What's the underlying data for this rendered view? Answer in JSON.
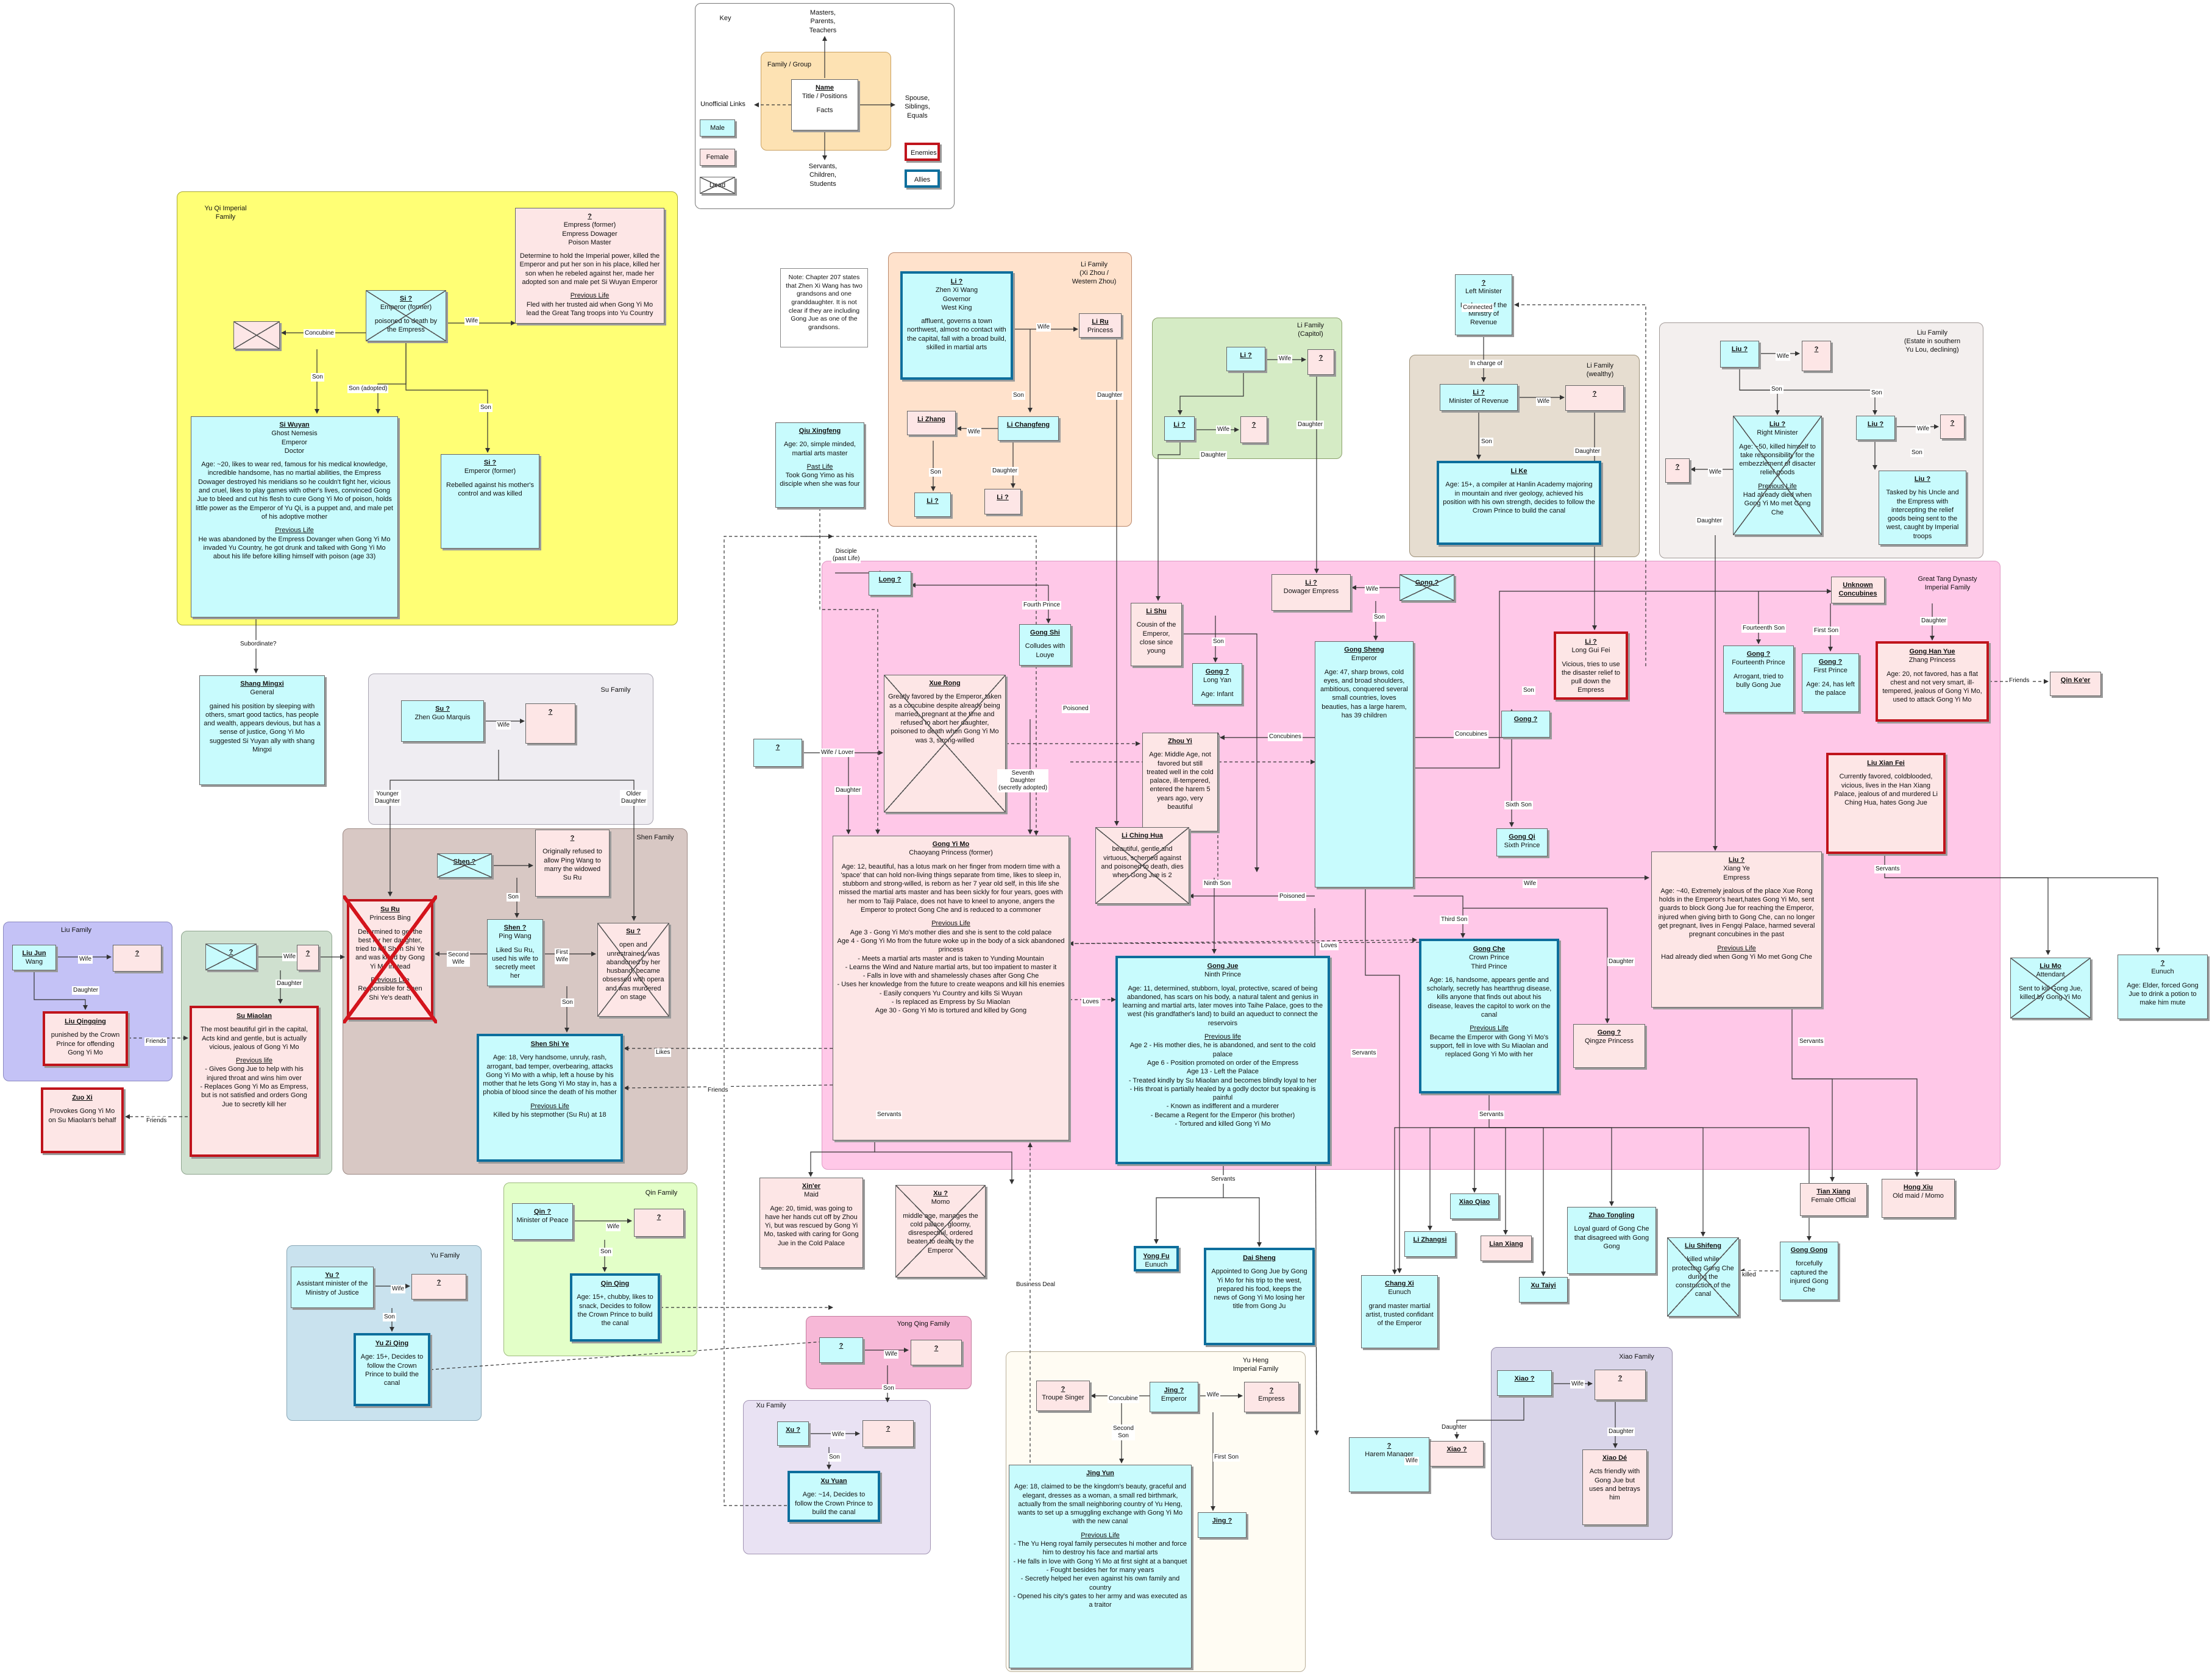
{
  "key": {
    "title": "Key",
    "masters": "Masters,\nParents,\nTeachers",
    "family": "Family / Group",
    "name": "Name",
    "title_pos": "Title / Positions",
    "facts": "Facts",
    "unofficial": "Unofficial Links",
    "spouse": "Spouse,\nSiblings,\nEquals",
    "servants": "Servants,\nChildren,\nStudents",
    "male": "Male",
    "female": "Female",
    "dead": "Dead",
    "enemies": "Enemies",
    "allies": "Allies"
  },
  "note": "Note: Chapter 207 states that Zhen Xi Wang has two grandsons and one granddaughter. It is not clear if they are including Gong Jue as one of the grandsons.",
  "groups": {
    "yuqi": "Yu Qi Imperial\nFamily",
    "lizhou": "Li Family\n(Xi Zhou /\nWestern Zhou)",
    "licap": "Li Family\n(Capitol)",
    "liwealth": "Li Family\n(wealthy)",
    "liu_south": "Liu Family\n(Estate in southern\nYu Lou, declining)",
    "su": "Su Family",
    "shen": "Shen Family",
    "liu": "Liu Family",
    "tang": "Great Tang Dynasty\nImperial Family",
    "qin": "Qin Family",
    "yu": "Yu Family",
    "yongqing": "Yong Qing Family",
    "xu": "Xu Family",
    "yuheng": "Yu Heng\nImperial Family",
    "xiao": "Xiao Family"
  },
  "people": {
    "empress_former": {
      "name": "?",
      "title": "Empress (former)\nEmpress Dowager\nPoison Master",
      "facts": "Determine to hold the Imperial power, killed the Emperor and put her son in his place, killed her son when he rebeled against her, made her adopted son and male pet Si Wuyan Emperor",
      "pl": "Previous Life",
      "pl_text": "Fled with her trusted aid when Gong Yi Mo lead the Great Tang troops into Yu Country"
    },
    "si_emperor": {
      "name": "Si ?",
      "title": "Emperor (former)",
      "facts": "poisoned to death by the Empress"
    },
    "si_wuyan": {
      "name": "Si Wuyan",
      "title": "Ghost Nemesis\nEmperor\nDoctor",
      "facts": "Age: ~20, likes to wear red, famous for his medical knowledge, incredible handsome, has no martial abilities, the Empress Dowager destroyed his meridians so he couldn't fight her, vicious and cruel, likes to play games with other's lives, convinced Gong Jue to bleed and cut his flesh to cure Gong Yi Mo of poison, holds little power as the Emperor of Yu Qi, is a puppet and, and male pet of his adoptive mother",
      "pl": "Previous Life",
      "pl_text": "He was abandoned by the Empress Dovanger when Gong Yi Mo invaded Yu Country, he got drunk and talked with Gong Yi Mo about his life before killing himself with poison (age 33)"
    },
    "si_rebel": {
      "name": "Si ?",
      "title": "Emperor (former)",
      "facts": "Rebelled against his mother's control and was killed"
    },
    "shang_mingxi": {
      "name": "Shang Mingxi",
      "title": "General",
      "facts": "gained his position by sleeping with others, smart good tactics, has people and wealth, appears devious, but has a sense of justice, Gong Yi Mo suggested Si Yuyan ally with shang Mingxi"
    },
    "li_zhenxi": {
      "name": "Li ?",
      "title": "Zhen Xi Wang\nGovernor\nWest King",
      "facts": "affluent, governs a town northwest, almost no contact with the capital, fall with a broad build, skilled in martial arts"
    },
    "li_ru": {
      "name": "Li Ru",
      "title": "Princess"
    },
    "li_zhang": {
      "name": "Li Zhang"
    },
    "li_changfeng": {
      "name": "Li Changfeng"
    },
    "li_son": {
      "name": "Li ?"
    },
    "li_daughter": {
      "name": "Li ?"
    },
    "qiu_xingfeng": {
      "name": "Qiu Xingfeng",
      "facts": "Age: 20, simple minded, martial arts master",
      "pl": "Past Life",
      "pl_text": "Took Gong Yimo as his disciple when she was four"
    },
    "licap_m": {
      "name": "Li ?"
    },
    "licap_f": {
      "name": "?"
    },
    "licap_m2": {
      "name": "Li ?"
    },
    "licap_f2": {
      "name": "?"
    },
    "left_minister": {
      "name": "?",
      "title": "Left Minister",
      "facts": "In charge of the Ministry of Revenue"
    },
    "li_revenue": {
      "name": "Li ?",
      "title": "Minister of Revenue"
    },
    "li_revenue_wife": {
      "name": "?"
    },
    "li_ke": {
      "name": "Li Ke",
      "facts": "Age: 15+, a compiler at Hanlin Academy majoring in mountain and river geology, achieved his position with his own strength, decides to follow the Crown Prince to build the canal"
    },
    "liu_head": {
      "name": "Liu ?"
    },
    "liu_head_wife": {
      "name": "?"
    },
    "liu_right": {
      "name": "Liu ?",
      "title": "Right Minister",
      "facts": "Age: ~50, killed himself to take responsibility for the embezzlement of disacter relief goods",
      "pl": "Previous Life",
      "pl_text": "Had already died when Gong Yi Mo met Gong Che"
    },
    "liu_right_wife": {
      "name": "?"
    },
    "liu_second": {
      "name": "Liu ?"
    },
    "liu_second_wife": {
      "name": "?"
    },
    "liu_nephew": {
      "name": "Liu ?",
      "facts": "Tasked by his Uncle and the Empress with intercepting the relief goods being sent to the west, caught by Imperial troops"
    },
    "su_marquis": {
      "name": "Su ?",
      "title": "Zhen Guo Marquis"
    },
    "su_wife": {
      "name": "?"
    },
    "shen_head": {
      "name": "Shen ?"
    },
    "shen_head_wife": {
      "name": "?",
      "facts": "Originally refused to allow Ping Wang to marry the widowed Su Ru"
    },
    "shen_pingwang": {
      "name": "Shen ?",
      "title": "Ping Wang",
      "facts": "Liked Su Ru, used his wife to secretly meet her"
    },
    "su_ru": {
      "name": "Su Ru",
      "title": "Princess Bing",
      "facts": "Determined to get the best for her daughter, tried to kill Shen Shi Ye and was killed by Gong Yi Mo instead",
      "pl": "Previous Life",
      "pl_text": "Responsible for Shen Shi Ye's death"
    },
    "su_younger": {
      "name": "Su ?",
      "facts": "open and unrestrained, was abandoned by her husband, became obsessed with opera and was murdered on stage"
    },
    "shen_shi_ye": {
      "name": "Shen Shi Ye",
      "facts": "Age: 18, Very handsome, unruly, rash, arrogant, bad temper, overbearing, attacks Gong Yi Mo with a whip, left a house by his mother that he lets Gong Yi Mo stay in, has a phobia of blood since the death of his mother",
      "pl": "Previous Life",
      "pl_text": "Killed by his stepmother (Su Ru) at 18"
    },
    "liu_jun": {
      "name": "Liu Jun",
      "title": "Wang"
    },
    "liu_jun_wife": {
      "name": "?"
    },
    "liu_qingqing": {
      "name": "Liu Qingqing",
      "facts": "punished by the Crown Prince for offending Gong Yi Mo"
    },
    "zuo_xi": {
      "name": "Zuo Xi",
      "facts": "Provokes Gong Yi Mo on Su Miaolan's behalf"
    },
    "su_miaolan_father": {
      "name": "?"
    },
    "su_miaolan_mother": {
      "name": "?"
    },
    "su_miaolan": {
      "name": "Su Miaolan",
      "facts": "The most beautiful girl in the capital, Acts kind and gentle, but is actually vicious, jealous of Gong Yi Mo",
      "pl": "Previous life",
      "pl_text": "- Gives Gong Jue to help with his injured throat and wins him over\n- Replaces Gong Yi Mo as Empress, but is not satisfied and orders Gong Jue to secretly kill her"
    },
    "long": {
      "name": "Long ?"
    },
    "gong_shi": {
      "name": "Gong Shi",
      "facts": "Colludes with Louye"
    },
    "li_shu": {
      "name": "Li Shu",
      "facts": "Cousin of the Emperor, close since young"
    },
    "gong_yan": {
      "name": "Gong ?",
      "title": "Long Yan",
      "facts": "Age: Infant"
    },
    "dowager": {
      "name": "Li ?",
      "title": "Dowager Empress"
    },
    "gong_old": {
      "name": "Gong ?"
    },
    "xue_rong": {
      "name": "Xue Rong",
      "facts": "Greatly favored by the Emperor, taken as a concubine despite already being married, pregnant at the time and refused to abort her daughter, poisoned to death when Gong Yi Mo was 3, strong-willed"
    },
    "xue_lover": {
      "name": "?"
    },
    "zhou_yi": {
      "name": "Zhou Yi",
      "facts": "Age: Middle Age, not favored but still treated well in the cold palace, ill-tempered, entered the harem 5 years ago, very beautiful"
    },
    "li_ching_hua": {
      "name": "Li Ching Hua",
      "facts": "beautiful, gentle and virtuous, schemed against and poisoned to death, dies when Gong Jue is 2"
    },
    "gong_sheng": {
      "name": "Gong Sheng",
      "title": "Emperor",
      "facts": "Age: 47, sharp brows, cold eyes, and broad shoulders, ambitious, conquered several small countries, loves beauties, has a large harem, has 39 children"
    },
    "li_guifei": {
      "name": "Li ?",
      "title": "Long Gui Fei",
      "facts": "Vicious, tries to use the disaster relief to pull down the Empress"
    },
    "gong_mid": {
      "name": "Gong ?"
    },
    "unknown_concubines": {
      "name": "Unknown Concubines"
    },
    "gong_fourteenth": {
      "name": "Gong ?",
      "title": "Fourteenth Prince",
      "facts": "Arrogant, tried to bully Gong Jue"
    },
    "gong_first": {
      "name": "Gong ?",
      "title": "First Prince",
      "facts": "Age: 24, has left the palace"
    },
    "gong_han_yue": {
      "name": "Gong Han Yue",
      "title": "Zhang Princess",
      "facts": "Age: 20, not favored, has a flat chest and not very smart, ill-tempered, jealous of Gong Yi Mo, used to attack Gong Yi Mo"
    },
    "qin_keer": {
      "name": "Qin Ke'er"
    },
    "liu_xian_fei": {
      "name": "Liu Xian Fei",
      "facts": "Currently favored, coldblooded, vicious, lives in the Han Xiang Palace, jealous of and murdered Li Ching Hua, hates Gong Jue"
    },
    "gong_qi": {
      "name": "Gong Qi",
      "title": "Sixth Prince"
    },
    "gong_yi_mo": {
      "name": "Gong Yi Mo",
      "title": "Chaoyang Princess (former)",
      "facts": "Age: 12, beautiful, has a lotus mark on her finger from modern time with a 'space' that can hold non-living things separate from time, likes to sleep in, stubborn and strong-willed, is reborn as her 7 year old self, in this life she missed the martial arts master and has been sickly for four years, goes with her mom to Taiji Palace, does not have to kneel to anyone, angers the Emperor to protect Gong Che and is reduced to a commoner",
      "pl": "Previous Life",
      "pl_text": "Age 3 - Gong Yi Mo's mother dies and she is sent to the cold palace\nAge 4 - Gong Yi Mo from the future woke up in the body of a sick abandoned princess\n- Meets a martial arts master and is taken to Yunding Mountain\n- Learns the Wind and Nature martial arts, but too impatient to master it\n- Falls in love with and shamelessly chases after Gong Che\n- Uses her knowledge from the future to create weapons and kill his enemies\n- Easily conquers Yu Country and kills Si Wuyan\n- Is replaced as Empress by Su Miaolan\nAge 30 - Gong Yi Mo is tortured and killed by Gong"
    },
    "gong_jue": {
      "name": "Gong Jue",
      "title": "Ninth Prince",
      "facts": "Age: 11, determined, stubborn, loyal, protective, scared of being abandoned, has scars on his body, a natural talent and genius in learning and martial arts, later moves into Taihe Palace, goes to the west (his grandfather's land) to build an aqueduct to connect the reservoirs",
      "pl": "Previous life",
      "pl_text": "Age 2 - His mother dies, he is abandoned, and sent to the cold palace\nAge 6 - Position promoted on order of the Empress\nAge 13 - Left the Palace\n- Treated kindly by Su Miaolan and becomes blindly loyal to her\n- His throat is partially healed by a godly doctor but speaking is painful\n- Known as indifferent and a murderer\n- Became a Regent for the Emperor (his brother)\n- Tortured and killed Gong Yi Mo"
    },
    "gong_che": {
      "name": "Gong Che",
      "title": "Crown Prince\nThird Prince",
      "facts": "Age: 16, handsome, appears gentle and scholarly, secretly has heartthrug disease, kills anyone that finds out about his disease, leaves the capitol to work on the canal",
      "pl": "Previous Life",
      "pl_text": "Became the Emperor with Gong Yi Mo's support, fell in love with Su Miaolan and replaced Gong Yi Mo with her"
    },
    "gong_qingze": {
      "name": "Gong ?",
      "title": "Qingze Princess"
    },
    "liu_empress": {
      "name": "Liu ?",
      "title": "Xiang Ye\nEmpress",
      "facts": "Age: ~40, Extremely jealous of the place Xue Rong holds in the Emperor's heart,hates Gong Yi Mo, sent guards to block Gong Jue for reaching the Emperor, injured when giving birth to Gong Che, can no longer get pregnant, lives in Fengqi Palace, harmed several pregnant concubines in the past",
      "pl": "Previous Life",
      "pl_text": "Had already died when Gong Yi Mo met Gong Che"
    },
    "liu_mo": {
      "name": "Liu Mo",
      "title": "Attendant",
      "facts": "Sent to kill Gong Jue, killed by Gong Yi Mo"
    },
    "eunuch_elder": {
      "name": "?",
      "title": "Eunuch",
      "facts": "Age: Elder, forced Gong Jue to drink a potion to make him mute"
    },
    "xiner": {
      "name": "Xin'er",
      "title": "Maid",
      "facts": "Age: 20, timid, was going to have her hands cut off by Zhou Yi, but was rescued by Gong Yi Mo, tasked with caring for Gong Jue in the Cold Palace"
    },
    "momo": {
      "name": "Xu ?",
      "title": "Momo",
      "facts": "middle age, manages the cold palace, gloomy, disrespectful, ordered beaten to death by the Emperor"
    },
    "yong_fu": {
      "name": "Yong Fu",
      "title": "Eunuch"
    },
    "dai_sheng": {
      "name": "Dai Sheng",
      "facts": "Appointed to Gong Jue by Gong Yi Mo for his trip to the west, prepared his food, keeps the news of Gong Yi Mo losing her title from Gong Ju"
    },
    "chang_xi": {
      "name": "Chang Xi",
      "title": "Eunuch",
      "facts": "grand master martial artist, trusted confidant of the Emperor"
    },
    "xiao_qiao": {
      "name": "Xiao Qiao"
    },
    "li_zhangsi": {
      "name": "Li Zhangsi"
    },
    "lian_xiang": {
      "name": "Lian Xiang"
    },
    "xu_taiyi": {
      "name": "Xu Taiyi"
    },
    "zhao_tongling": {
      "name": "Zhao Tongling",
      "facts": "Loyal guard of Gong Che that disagreed with Gong Gong"
    },
    "liu_shifeng": {
      "name": "Liu Shifeng",
      "facts": "killed while protecting Gong Che during the construction of the canal"
    },
    "gong_gong": {
      "name": "Gong Gong",
      "facts": "forcefully captured the injured Gong Che"
    },
    "tian_xiang": {
      "name": "Tian Xiang",
      "title": "Female Official"
    },
    "hong_xiu": {
      "name": "Hong Xiu",
      "title": "Old maid / Momo"
    },
    "qin_minister": {
      "name": "Qin ?",
      "title": "Minister of Peace"
    },
    "qin_wife": {
      "name": "?"
    },
    "qin_qing": {
      "name": "Qin Qing",
      "facts": "Age: 15+, chubby, likes to snack, Decides to follow the Crown Prince to build the canal"
    },
    "yu_minister": {
      "name": "Yu ?",
      "title": "Assistant minister of the Ministry of Justice"
    },
    "yu_wife": {
      "name": "?"
    },
    "yu_zi_qing": {
      "name": "Yu Zi Qing",
      "facts": "Age: 15+, Decides to follow the Crown Prince to build the canal"
    },
    "yq_m": {
      "name": "?"
    },
    "yq_f": {
      "name": "?"
    },
    "xu_head": {
      "name": "Xu ?"
    },
    "xu_wife": {
      "name": "?"
    },
    "xu_yuan": {
      "name": "Xu Yuan",
      "facts": "Age: ~14, Decides to follow the Crown Prince to build the canal"
    },
    "troupe_singer": {
      "name": "?",
      "title": "Troupe Singer"
    },
    "jing_emperor": {
      "name": "Jing ?",
      "title": "Emperor"
    },
    "yh_empress": {
      "name": "?",
      "title": "Empress"
    },
    "jing_yun": {
      "name": "Jing Yun",
      "facts": "Age: 18, claimed to be the kingdom's beauty, graceful and elegant, dresses as a woman, a small red birthmark, actually from the small neighboring country of Yu Heng, wants to set up a smuggling exchange with Gong Yi Mo with the new canal",
      "pl": "Previous Life",
      "pl_text": "- The Yu Heng royal family persecutes hi mother and force him to destroy his face and martial arts\n- He falls in love with Gong Yi Mo at first sight at a banquet\n- Fought besides her for many years\n- Secretly helped her even against his own family and country\n- Opened his city's gates to her army and was executed as a traitor"
    },
    "jing_son": {
      "name": "Jing ?"
    },
    "harem_manager": {
      "name": "?",
      "title": "Harem Manager"
    },
    "xiao_head": {
      "name": "Xiao ?"
    },
    "xiao_head_wife": {
      "name": "?"
    },
    "xiao_daughter": {
      "name": "Xiao ?"
    },
    "xiao_de": {
      "name": "Xiao Dé",
      "facts": "Acts friendly with Gong Jue but uses and betrays him"
    }
  },
  "labels": {
    "concubine": "Concubine",
    "wife": "Wife",
    "son": "Son",
    "son_adopted": "Son (adopted)",
    "subordinate": "Subordinate?",
    "daughter": "Daughter",
    "connected": "Connected",
    "in_charge": "In charge of",
    "disciple": "Disciple\n(past Life)",
    "fourth_prince": "Fourth Prince",
    "poisoned": "Poisoned",
    "seventh_daughter": "Seventh\nDaughter\n(secretly adopted)",
    "wife_lover": "Wife / Lover",
    "concubines": "Concubines",
    "fourteenth_son": "Fourteenth Son",
    "first_son": "First Son",
    "friends": "Friends",
    "sixth_son": "Sixth Son",
    "ninth_son": "Ninth Son",
    "third_son": "Third Son",
    "loves": "Loves",
    "servants": "Servants",
    "likes": "Likes",
    "younger_daughter": "Younger\nDaughter",
    "older_daughter": "Older\nDaughter",
    "second_wife": "Second\nWife",
    "first_wife": "First\nWife",
    "business_deal": "Business Deal",
    "second_son": "Second\nSon",
    "killed": "killed"
  }
}
